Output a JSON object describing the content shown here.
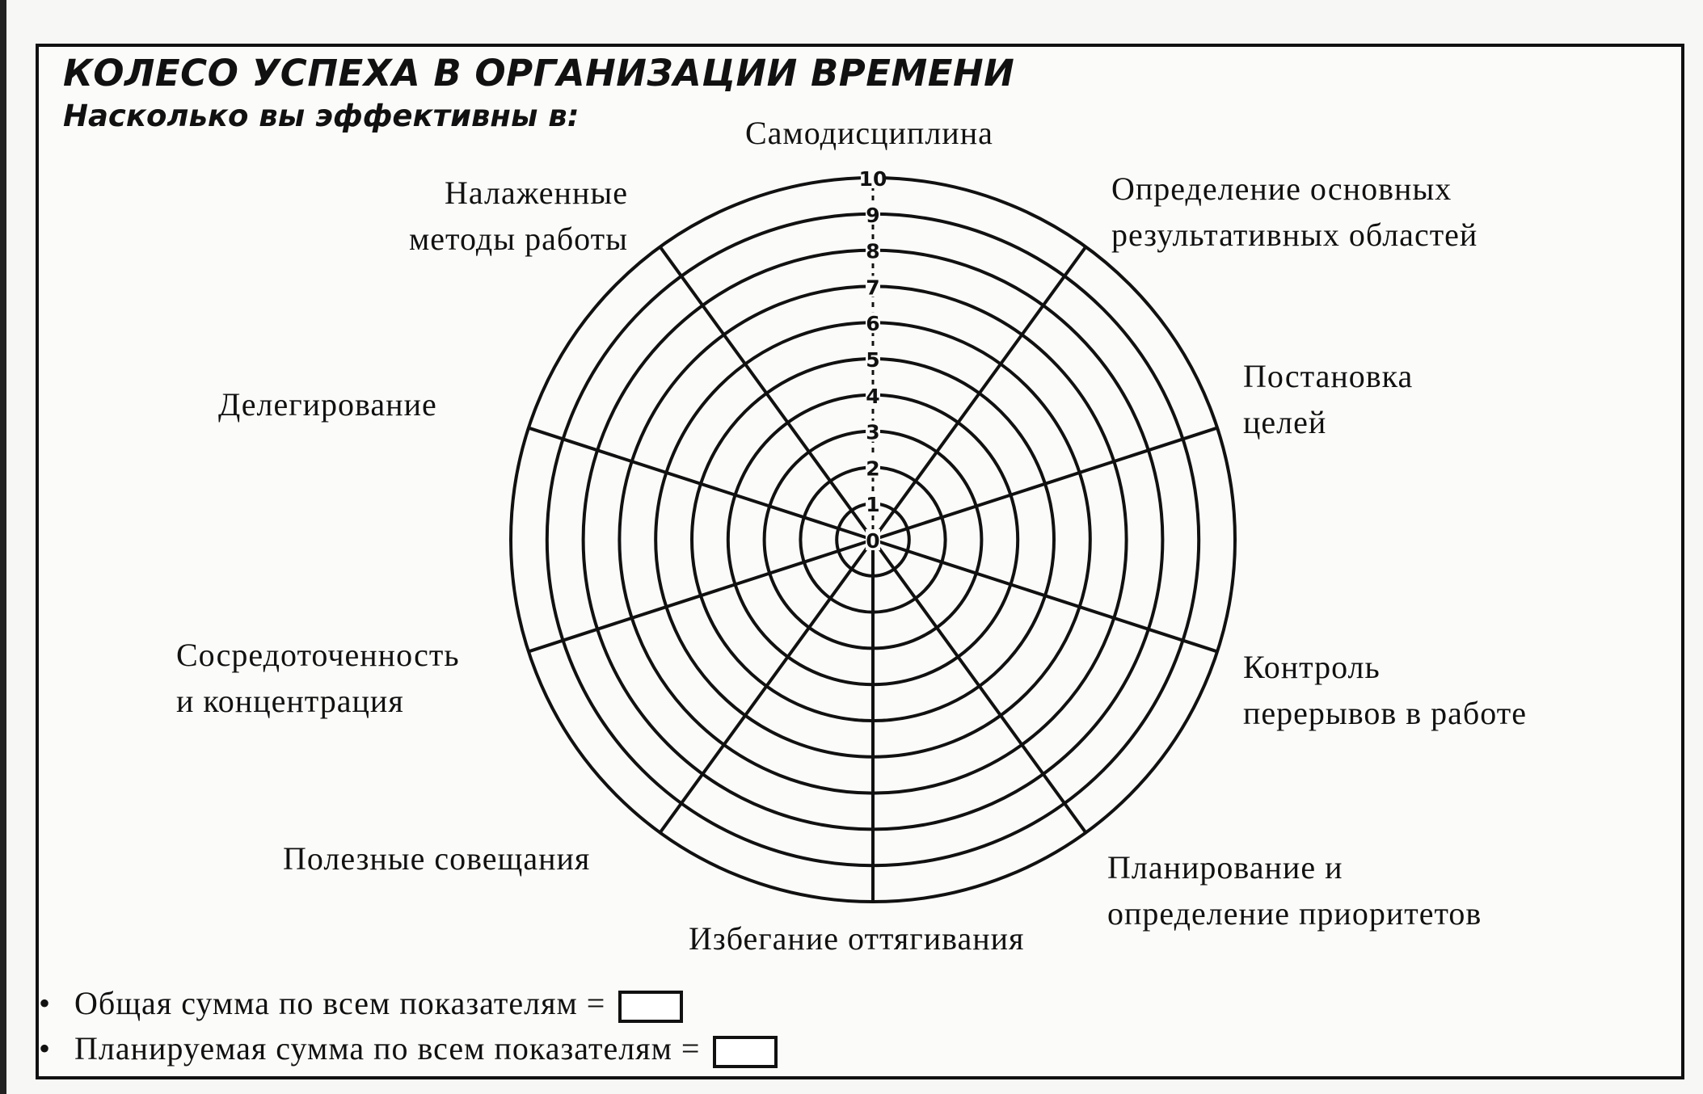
{
  "header": {
    "title": "КОЛЕСО УСПЕХА В ОРГАНИЗАЦИИ ВРЕМЕНИ",
    "subtitle": "Насколько вы эффективны в:"
  },
  "wheel": {
    "scale": [
      "0",
      "1",
      "2",
      "3",
      "4",
      "5",
      "6",
      "7",
      "8",
      "9",
      "10"
    ],
    "segments": {
      "self_discipline": "Самодисциплина",
      "key_areas": [
        "Определение основных",
        "результативных областей"
      ],
      "goal_setting": [
        "Постановка",
        "целей"
      ],
      "break_control": [
        "Контроль",
        "перерывов в работе"
      ],
      "planning": [
        "Планирование и",
        "определение приоритетов"
      ],
      "avoid_procrastination": "Избегание оттягивания",
      "useful_meetings": "Полезные совещания",
      "focus": [
        "Сосредоточенность",
        "и концентрация"
      ],
      "delegation": "Делегирование",
      "methods": [
        "Налаженные",
        "методы работы"
      ]
    },
    "colors": {
      "line": "#111111",
      "background": "#fbfbf9"
    }
  },
  "footer": {
    "total_label": "Общая сумма по всем показателям =",
    "planned_label": "Планируемая сумма по всем показателям ="
  }
}
